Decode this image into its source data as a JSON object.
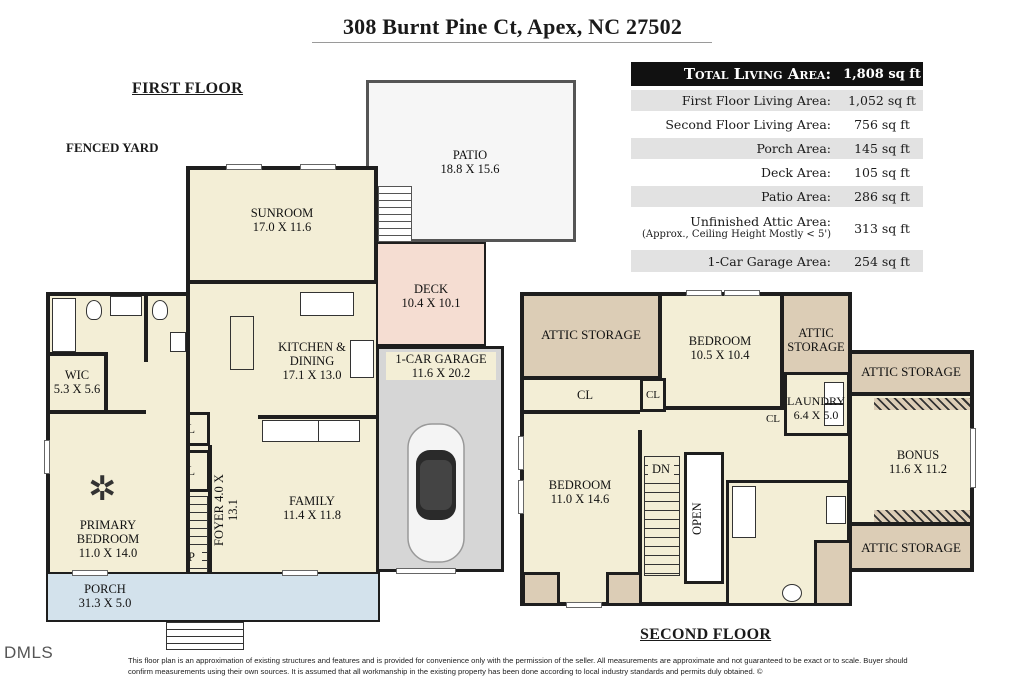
{
  "address": "308 Burnt Pine Ct, Apex, NC 27502",
  "floors": {
    "first": "FIRST FLOOR",
    "second": "SECOND FLOOR"
  },
  "yard_label": "FENCED YARD",
  "area_table": {
    "total": {
      "label": "Total Living Area:",
      "value": "1,808 sq ft"
    },
    "rows": [
      {
        "label": "First Floor Living Area:",
        "value": "1,052 sq ft"
      },
      {
        "label": "Second Floor Living Area:",
        "value": "756 sq ft"
      },
      {
        "label": "Porch Area:",
        "value": "145 sq ft"
      },
      {
        "label": "Deck Area:",
        "value": "105 sq ft"
      },
      {
        "label": "Patio Area:",
        "value": "286 sq ft"
      },
      {
        "label": "Unfinished Attic Area:",
        "sublabel": "(Approx., Ceiling Height Mostly < 5')",
        "value": "313 sq ft"
      },
      {
        "label": "1-Car Garage Area:",
        "value": "254 sq ft"
      }
    ]
  },
  "first_floor_rooms": {
    "patio": {
      "name": "PATIO",
      "dims": "18.8 X 15.6"
    },
    "sunroom": {
      "name": "SUNROOM",
      "dims": "17.0 X 11.6"
    },
    "deck": {
      "name": "DECK",
      "dims": "10.4 X 10.1"
    },
    "kitchen": {
      "name": "KITCHEN &",
      "name2": "DINING",
      "dims": "17.1 X 13.0"
    },
    "garage": {
      "name": "1-CAR GARAGE",
      "dims": "11.6 X 20.2"
    },
    "wic": {
      "name": "WIC",
      "dims": "5.3 X 5.6"
    },
    "primary": {
      "name": "PRIMARY",
      "name2": "BEDROOM",
      "dims": "11.0 X 14.0"
    },
    "foyer": {
      "name": "FOYER",
      "dims": "4.0 X 13.1"
    },
    "family": {
      "name": "FAMILY",
      "dims": "11.4 X 11.8"
    },
    "porch": {
      "name": "PORCH",
      "dims": "31.3 X 5.0"
    },
    "closet1": "CL",
    "closet2": "CL",
    "stairs_up": "UP"
  },
  "second_floor_rooms": {
    "attic1": "ATTIC STORAGE",
    "bedroom2": {
      "name": "BEDROOM",
      "dims": "10.5 X 10.4"
    },
    "attic2": {
      "name": "ATTIC",
      "name2": "STORAGE"
    },
    "attic3": "ATTIC STORAGE",
    "attic4": "ATTIC STORAGE",
    "closet_a": "CL",
    "closet_b": "CL",
    "closet_c": "CL",
    "laundry": {
      "name": "LAUNDRY",
      "dims": "6.4 X 5.0"
    },
    "bedroom3": {
      "name": "BEDROOM",
      "dims": "11.0 X 14.6"
    },
    "bonus": {
      "name": "BONUS",
      "dims": "11.6 X 11.2"
    },
    "stairs_down": "DN",
    "open": "OPEN"
  },
  "disclaimer": "This floor plan is an approximation of existing structures and features and is provided for convenience only with the permission of the seller. All measurements are approximate and not guaranteed to be exact or to scale. Buyer should confirm measurements using their own sources. It is assumed that all workmanship in the existing property has been done according to local industry standards and permits duly obtained. ©",
  "mls_logo": "DMLS",
  "colors": {
    "living": "#f3eed6",
    "attic": "#dccdb6",
    "deck": "#f5ddd2",
    "garage": "#d6d6d6",
    "porch": "#d3e2ec",
    "table_header": "#111111"
  }
}
